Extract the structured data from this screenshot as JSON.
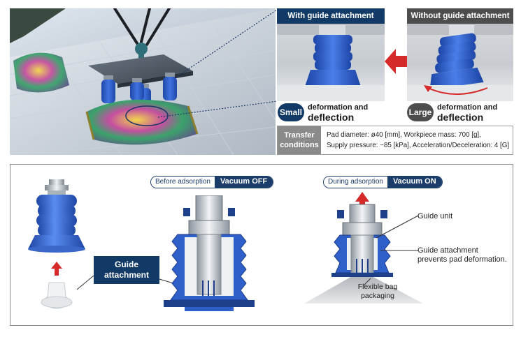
{
  "top": {
    "with_header": "With guide attachment",
    "without_header": "Without guide attachment",
    "small_badge": "Small",
    "large_badge": "Large",
    "result_line1": "deformation and",
    "result_line2": "deflection",
    "transfer_label_line1": "Transfer",
    "transfer_label_line2": "conditions",
    "transfer_line1": "Pad diameter: ø40 [mm], Workpiece mass: 700 [g],",
    "transfer_line2": "Supply pressure: −85 [kPa], Acceleration/Deceleration: 4 [G]"
  },
  "bottom": {
    "guide_attachment_line1": "Guide",
    "guide_attachment_line2": "attachment",
    "before_state": "Before adsorption",
    "vacuum_off": "Vacuum OFF",
    "during_state": "During adsorption",
    "vacuum_on": "Vacuum ON",
    "guide_unit": "Guide unit",
    "prevents_line1": "Guide attachment",
    "prevents_line2": "prevents pad deformation.",
    "flexible_line1": "Flexible bag",
    "flexible_line2": "packaging"
  },
  "colors": {
    "navy": "#123a66",
    "dark_gray": "#4d4d4d",
    "pad_blue": "#2f5fc9",
    "accent_red": "#d42a2a"
  },
  "icons": [
    "red-arrow-left-icon",
    "red-arrow-up-icon",
    "curved-arrow-icon"
  ]
}
